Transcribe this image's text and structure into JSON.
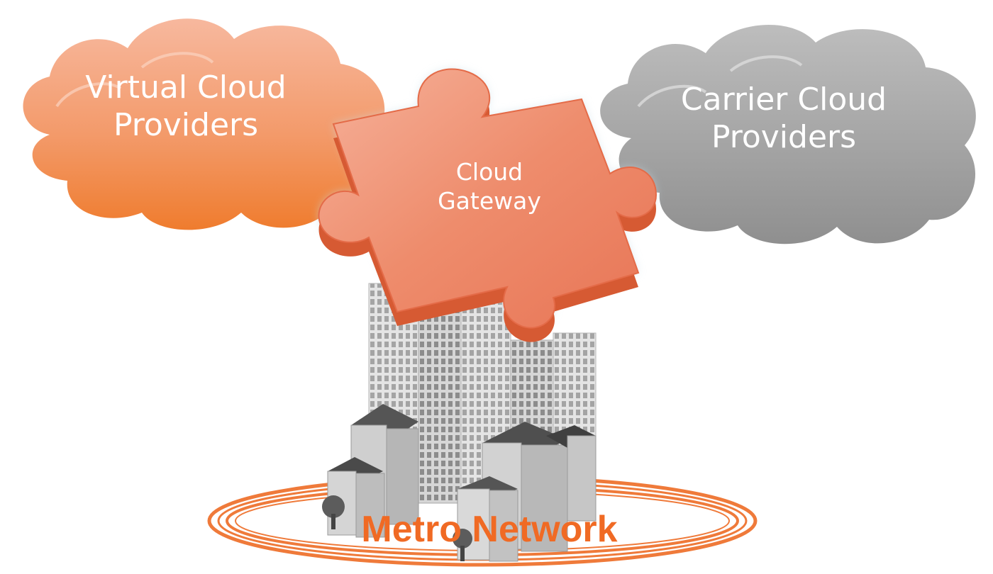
{
  "clouds": {
    "virtual": {
      "line1": "Virtual Cloud",
      "line2": "Providers",
      "color": "#f07f3c"
    },
    "carrier": {
      "line1": "Carrier Cloud",
      "line2": "Providers",
      "color": "#9a9a9a"
    }
  },
  "gateway": {
    "line1": "Cloud",
    "line2": "Gateway",
    "color": "#ee8a6a"
  },
  "metro": {
    "label": "Metro Network",
    "color": "#f06a24"
  },
  "icons": [
    "cloud-icon",
    "puzzle-piece-icon",
    "city-buildings-icon",
    "tree-icon",
    "network-ring-icon"
  ]
}
